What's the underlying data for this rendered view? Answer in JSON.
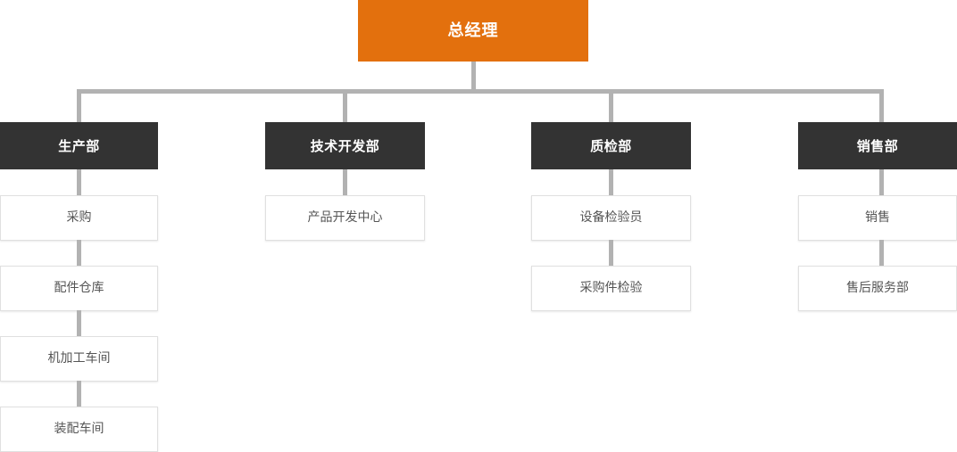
{
  "chart": {
    "type": "org-chart",
    "title": "",
    "colors": {
      "root_fill": "#e3700d",
      "root_text": "#ffffff",
      "dept_fill": "#333333",
      "dept_text": "#ffffff",
      "unit_fill": "#ffffff",
      "unit_text": "#555555",
      "unit_border": "#e0e0e0",
      "connector": "#b2b2b2",
      "background": "#ffffff"
    },
    "root": {
      "label": "总经理"
    },
    "departments": [
      {
        "label": "生产部",
        "children": [
          {
            "label": "采购"
          },
          {
            "label": "配件仓库"
          },
          {
            "label": "机加工车间"
          },
          {
            "label": "装配车间"
          }
        ]
      },
      {
        "label": "技术开发部",
        "children": [
          {
            "label": "产品开发中心"
          }
        ]
      },
      {
        "label": "质检部",
        "children": [
          {
            "label": "设备检验员"
          },
          {
            "label": "采购件检验"
          }
        ]
      },
      {
        "label": "销售部",
        "children": [
          {
            "label": "销售"
          },
          {
            "label": "售后服务部"
          }
        ]
      }
    ]
  }
}
